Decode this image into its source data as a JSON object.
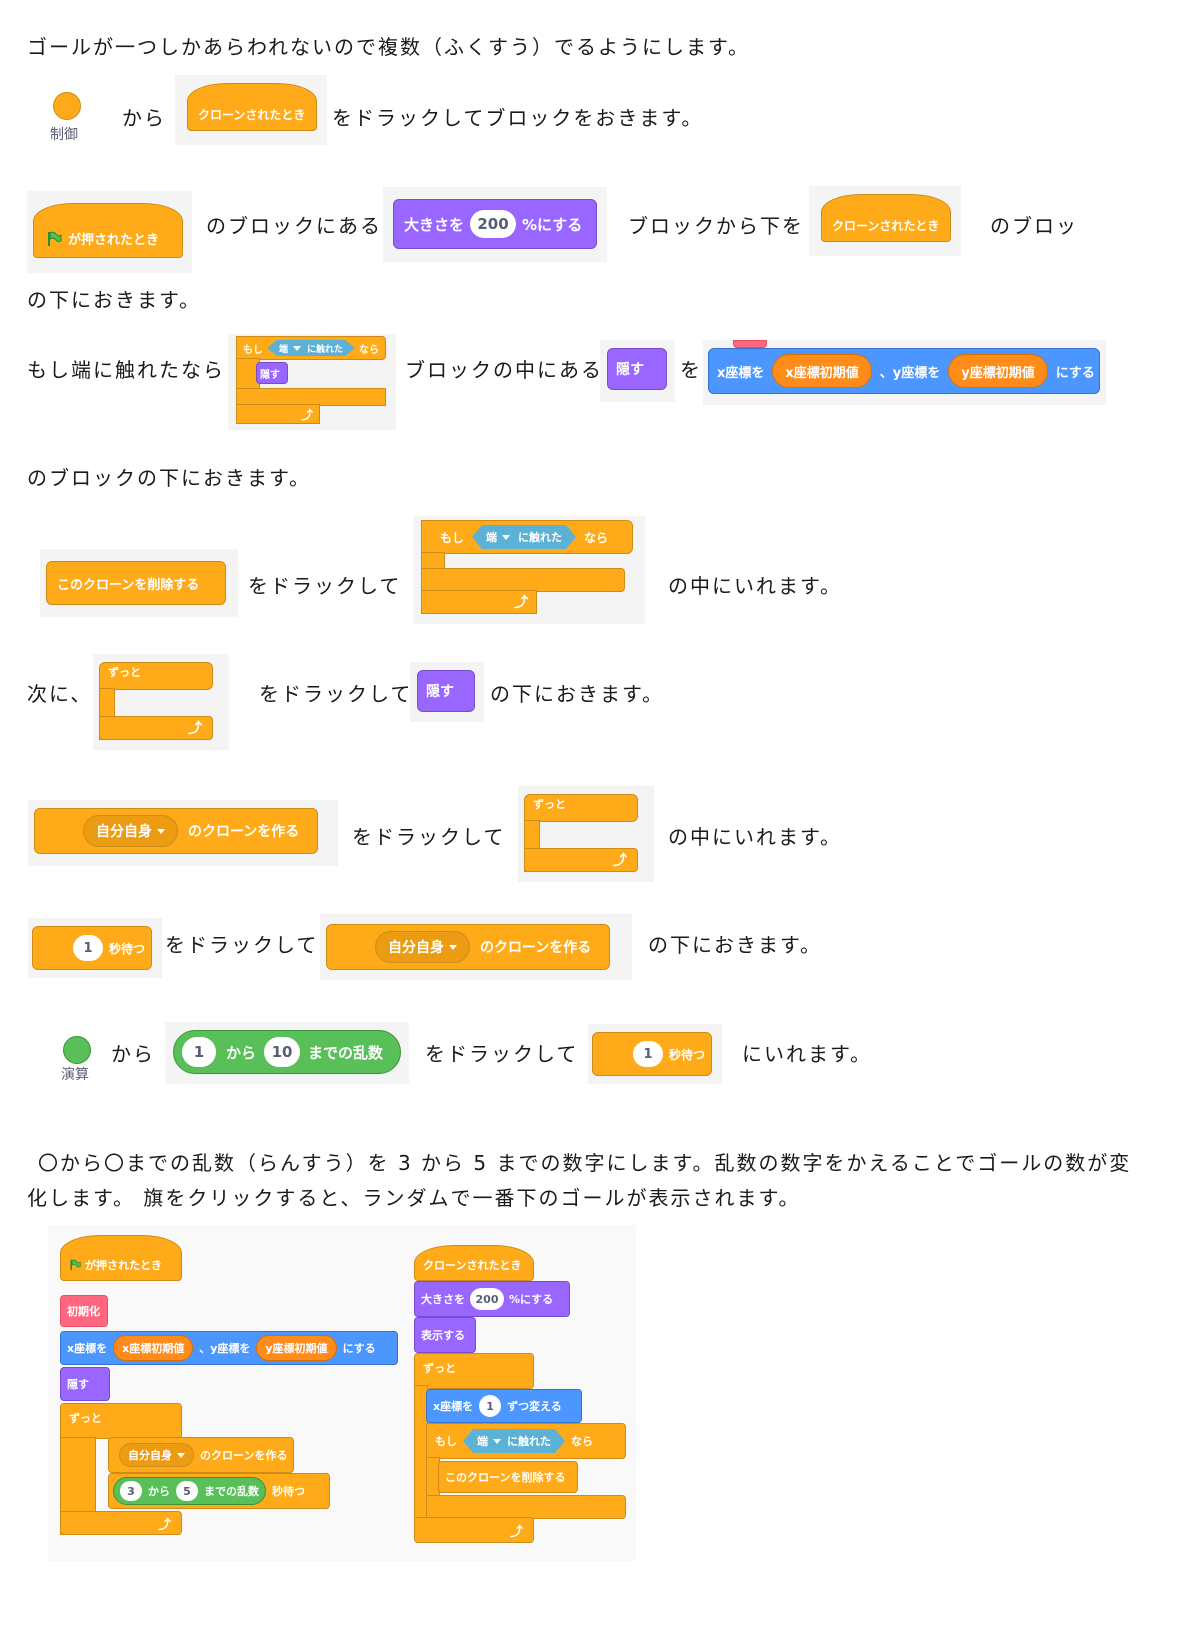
{
  "texts": {
    "p1": "ゴールが一つしかあらわれないので複数（ふくすう）でるようにします。",
    "p2_from": "から",
    "p2_rest": "をドラックしてブロックをおきます。",
    "p3_mid": "のブロックにある",
    "p3_mid2": "ブロックから下を",
    "p3_end": "のブロッ",
    "p3_cont": "の下におきます。",
    "p4_a": "もし端に触れたなら",
    "p4_b": "ブロックの中にある",
    "p4_c": "を",
    "p4_cont": "のブロックの下におきます。",
    "p5_a": "をドラックして",
    "p5_b": "の中にいれます。",
    "p6_a": "次に、",
    "p6_b": "をドラックして",
    "p6_c": "の下におきます。",
    "p7_a": "をドラックして",
    "p7_b": "の中にいれます。",
    "p8_a": "をドラックして",
    "p8_b": "の下におきます。",
    "p9_from": "から",
    "p9_a": "をドラックして",
    "p9_b": "にいれます。",
    "p10_l1": "〇から〇までの乱数（らんすう）を 3 から 5 までの数字にします。乱数の数字をかえることでゴールの数が変",
    "p10_l2": "化します。 旗をクリックすると、ランダムで一番下のゴールが表示されます。"
  },
  "categories": {
    "control": "制御",
    "operators": "演算"
  },
  "blocks": {
    "when_clone": "クローンされたとき",
    "when_flag": "が押されたとき",
    "set_size_pre": "大きさを",
    "set_size_val": "200",
    "set_size_post": "%にする",
    "if_pre": "もし",
    "edge": "端",
    "touching": "に触れた",
    "if_post": "なら",
    "hide": "隠す",
    "goto_x": "x座標を",
    "x_init": "x座標初期値",
    "goto_y": "、y座標を",
    "y_init": "y座標初期値",
    "goto_post": "にする",
    "delete_clone": "このクローンを削除する",
    "forever": "ずっと",
    "myself": "自分自身",
    "create_clone": "のクローンを作る",
    "wait_val": "1",
    "wait": "秒待つ",
    "rand_a": "1",
    "rand_from": "から",
    "rand_b": "10",
    "rand_post": "までの乱数",
    "init": "初期化",
    "show": "表示する",
    "change_x_pre": "x座標を",
    "change_x_val": "1",
    "change_x_post": "ずつ変える",
    "rand3": "3",
    "rand5": "5"
  },
  "colors": {
    "control": "#ffab19",
    "looks": "#9966ff",
    "motion": "#4c97ff",
    "operators": "#59c059",
    "myblocks": "#ff6680",
    "sensing": "#5cb1d6"
  },
  "icons": [
    "green-flag-icon",
    "loop-arrow-icon",
    "dropdown-arrow-icon"
  ]
}
